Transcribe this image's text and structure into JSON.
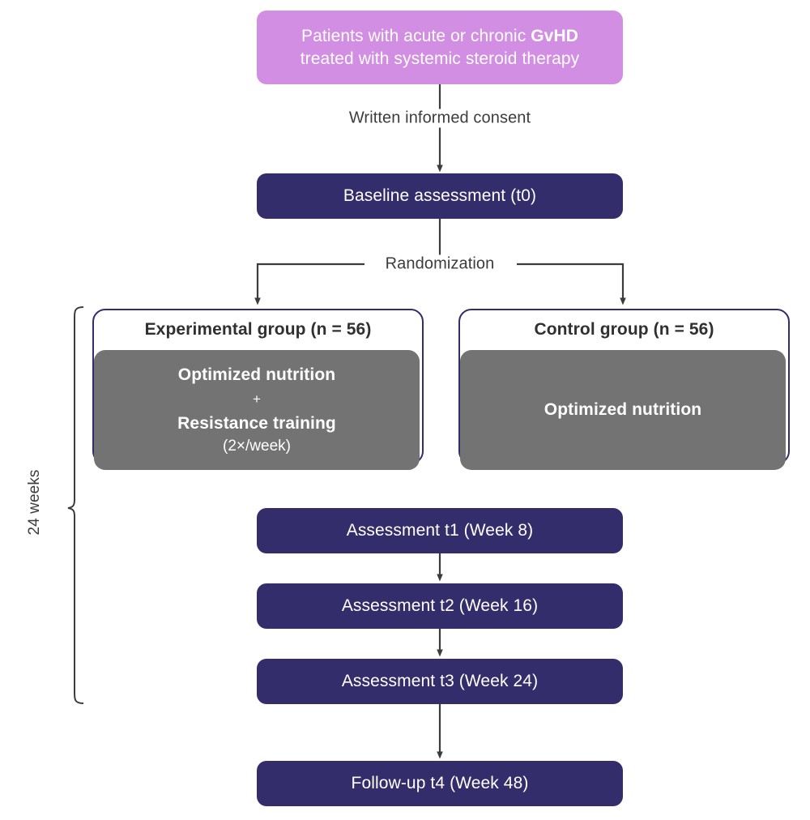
{
  "diagram": {
    "title": "GvHD exercise and nutrition trial CONSORT flow diagram",
    "colors": {
      "enrollment_box": "#d28ee2",
      "assessment_box": "#332d6b",
      "intervention_box": "#737373",
      "outline_border": "#332d6b",
      "arrow": "#3c3c3c",
      "text_on_fill": "#ffffff",
      "label_text": "#3c3c3c"
    },
    "nodes": {
      "enrollment": {
        "line1_prefix": "Patients with acute or chronic ",
        "line1_bold": "GvHD",
        "line2": "treated with systemic steroid therapy"
      },
      "baseline": "Baseline assessment (t0)",
      "experimental": {
        "title": "Experimental group (n = 56)",
        "intervention_line1": "Optimized nutrition",
        "intervention_plus": "+",
        "intervention_line2": "Resistance training",
        "intervention_line3": "(2×/week)"
      },
      "control": {
        "title": "Control group (n = 56)",
        "intervention_line1": "Optimized nutrition"
      },
      "assessments": [
        "Assessment t1 (Week 8)",
        "Assessment t2 (Week 16)",
        "Assessment t3 (Week 24)"
      ],
      "followup": "Follow-up t4 (Week 48)"
    },
    "edge_labels": {
      "consent": "Written informed consent",
      "randomization": "Randomization"
    },
    "brace": {
      "label": "24 weeks"
    }
  }
}
